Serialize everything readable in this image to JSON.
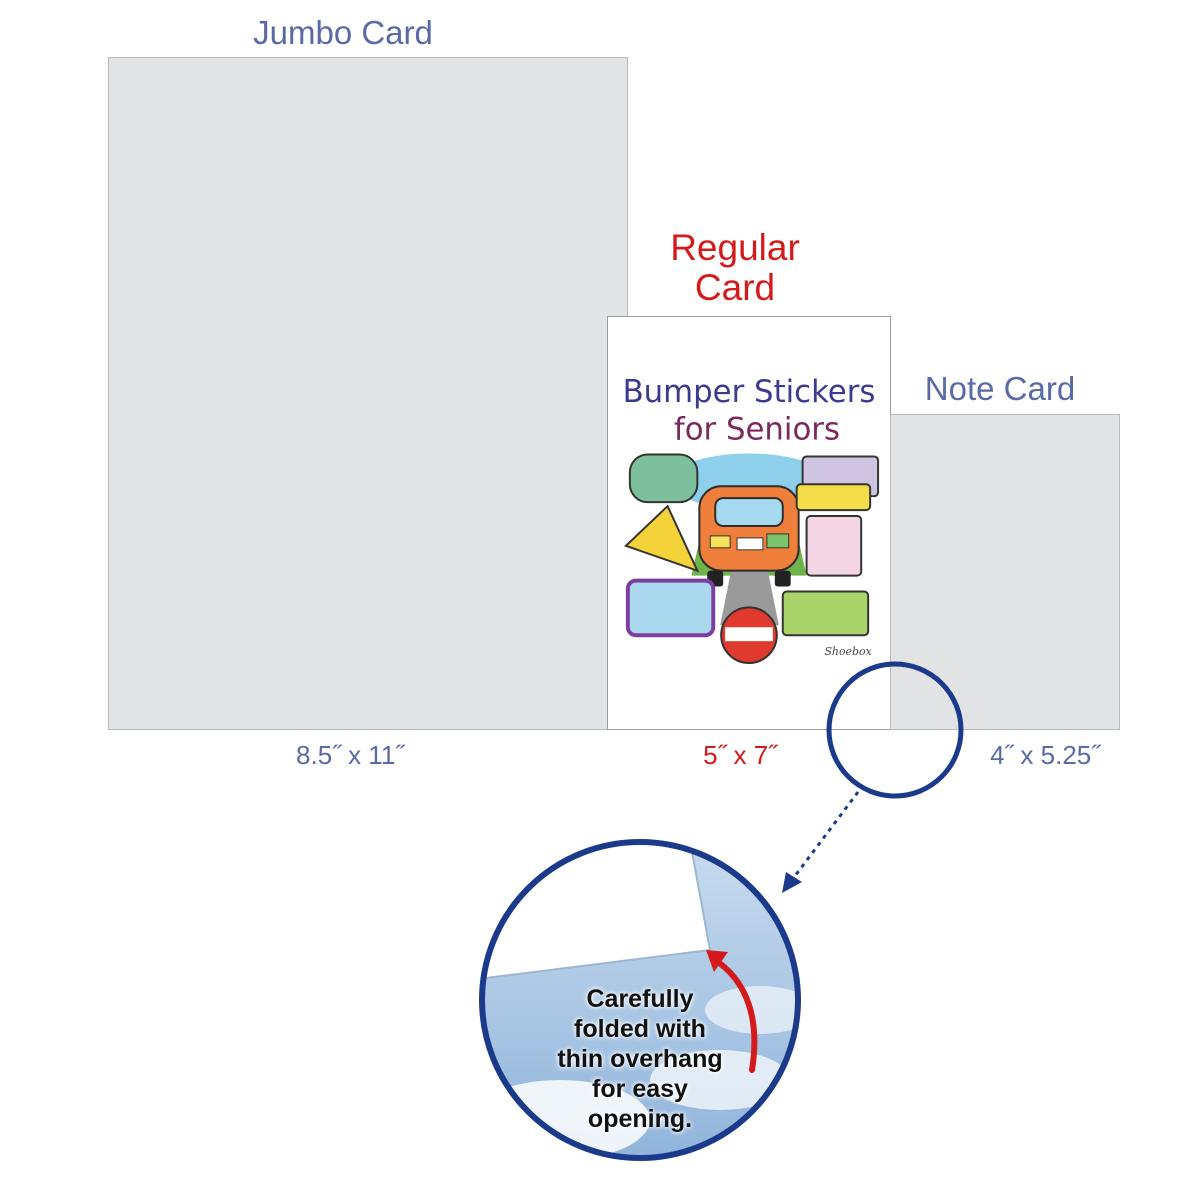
{
  "jumbo": {
    "title": "Jumbo Card",
    "size": "8.5˝ x 11˝"
  },
  "regular": {
    "title_line1": "Regular",
    "title_line2": "Card",
    "size": "5˝ x 7˝",
    "art": {
      "heading_line1": "Bumper Stickers",
      "heading_line2": "for Seniors",
      "signature": "Shoebox"
    }
  },
  "note": {
    "title": "Note Card",
    "size": "4˝ x 5.25˝"
  },
  "callout": {
    "lines": [
      "Carefully",
      "folded with",
      "thin overhang",
      "for easy",
      "opening."
    ]
  },
  "colors": {
    "label_blue": "#5a6aa6",
    "regular_red": "#d41a1a",
    "circle_navy": "#1c3a8a",
    "card_gray": "#e2e3e5"
  }
}
